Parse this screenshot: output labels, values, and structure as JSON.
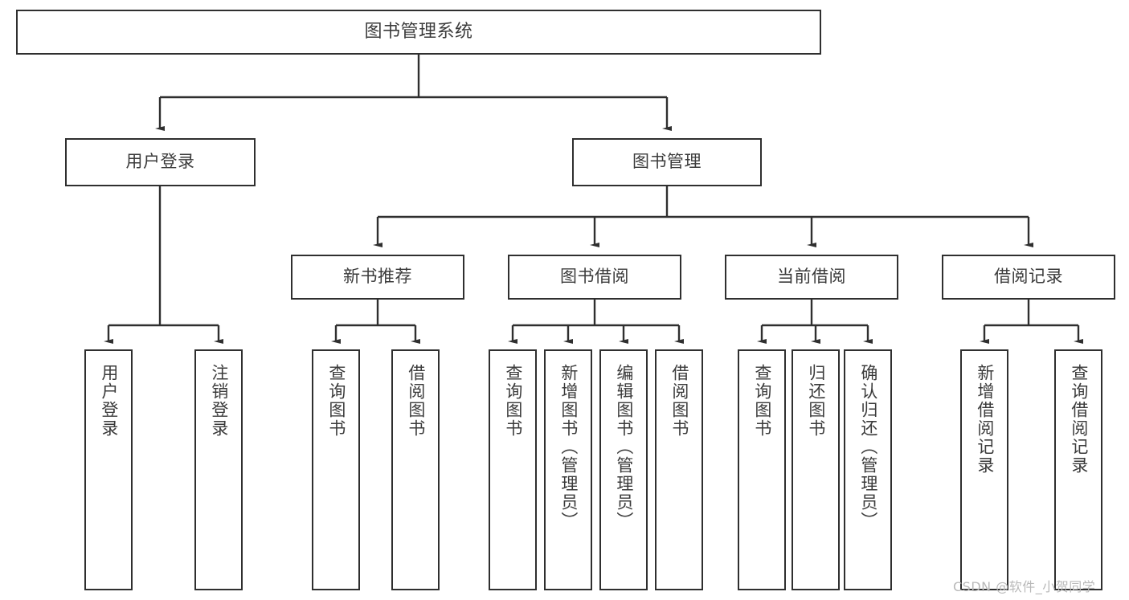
{
  "diagram": {
    "type": "tree-hierarchy-chart",
    "title_node": {
      "label": "图书管理系统"
    },
    "level2": [
      {
        "id": "user-login",
        "label": "用户登录"
      },
      {
        "id": "book-management",
        "label": "图书管理"
      }
    ],
    "level3": [
      {
        "id": "new-book-recommend",
        "label": "新书推荐"
      },
      {
        "id": "book-borrow",
        "label": "图书借阅"
      },
      {
        "id": "current-borrow",
        "label": "当前借阅"
      },
      {
        "id": "borrow-record",
        "label": "借阅记录"
      }
    ],
    "leaves": {
      "user_login": [
        {
          "id": "leaf-user-login",
          "label": "用户登录"
        },
        {
          "id": "leaf-logout-login",
          "label": "注销登录"
        }
      ],
      "new_book_recommend": [
        {
          "id": "leaf-query-book-1",
          "label": "查询图书"
        },
        {
          "id": "leaf-borrow-book-1",
          "label": "借阅图书"
        }
      ],
      "book_borrow": [
        {
          "id": "leaf-query-book-2",
          "label": "查询图书"
        },
        {
          "id": "leaf-add-book",
          "label": "新增图书（管理员）"
        },
        {
          "id": "leaf-edit-book",
          "label": "编辑图书（管理员）"
        },
        {
          "id": "leaf-borrow-book-2",
          "label": "借阅图书"
        }
      ],
      "current_borrow": [
        {
          "id": "leaf-query-book-3",
          "label": "查询图书"
        },
        {
          "id": "leaf-return-book",
          "label": "归还图书"
        },
        {
          "id": "leaf-confirm-return",
          "label": "确认归还（管理员）"
        }
      ],
      "borrow_record": [
        {
          "id": "leaf-add-record",
          "label": "新增借阅记录"
        },
        {
          "id": "leaf-query-record",
          "label": "查询借阅记录"
        }
      ]
    },
    "watermark": "CSDN @软件_小贺同学",
    "colors": {
      "box_border": "#2f2f2f",
      "box_fill": "#ffffff",
      "text": "#3b3b3b",
      "connector": "#2f2f2f",
      "watermark": "#b9b9b9",
      "background": "#ffffff"
    }
  }
}
